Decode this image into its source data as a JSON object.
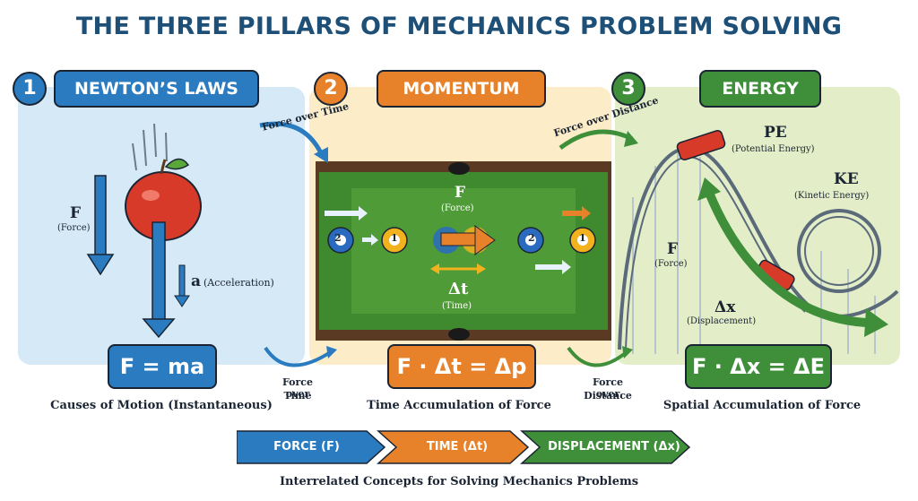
{
  "title": "THE THREE PILLARS OF MECHANICS PROBLEM SOLVING",
  "colors": {
    "blue": "#2a7bbf",
    "orange": "#e8822a",
    "green": "#3e8e3a",
    "navy": "#1e4f76"
  },
  "pillars": [
    {
      "number": "1",
      "header": "NEWTON’S LAWS",
      "formula": "F = ma",
      "caption": "Causes of Motion (Instantaneous)",
      "force_label": "F",
      "force_sub": "(Force)",
      "accel_label": "a",
      "accel_sub": "(Acceleration)"
    },
    {
      "number": "2",
      "header": "MOMENTUM",
      "formula": "F · Δt = Δp",
      "caption": "Time Accumulation of Force",
      "force_label": "F",
      "force_sub": "(Force)",
      "time_label": "Δt",
      "time_sub": "(Time)",
      "ball_a": "2",
      "ball_b": "1"
    },
    {
      "number": "3",
      "header": "ENERGY",
      "formula": "F · Δx = ΔE",
      "caption": "Spatial Accumulation of Force",
      "pe_label": "PE",
      "pe_sub": "(Potential Energy)",
      "ke_label": "KE",
      "ke_sub": "(Kinetic Energy)",
      "force_label": "F",
      "force_sub": "(Force)",
      "disp_label": "Δx",
      "disp_sub": "(Displacement)"
    }
  ],
  "connectors": {
    "top_1_2": "Force over Time",
    "top_2_3": "Force over Distance",
    "bottom_1_2": [
      "Force over",
      "Time"
    ],
    "bottom_2_3": [
      "Force over",
      "Distance"
    ]
  },
  "flow": [
    {
      "label": "FORCE (F)",
      "color": "#2a7bbf"
    },
    {
      "label": "TIME (Δt)",
      "color": "#e8822a"
    },
    {
      "label": "DISPLACEMENT (Δx)",
      "color": "#3e8e3a"
    }
  ],
  "bottom_caption": "Interrelated Concepts for Solving Mechanics Problems"
}
